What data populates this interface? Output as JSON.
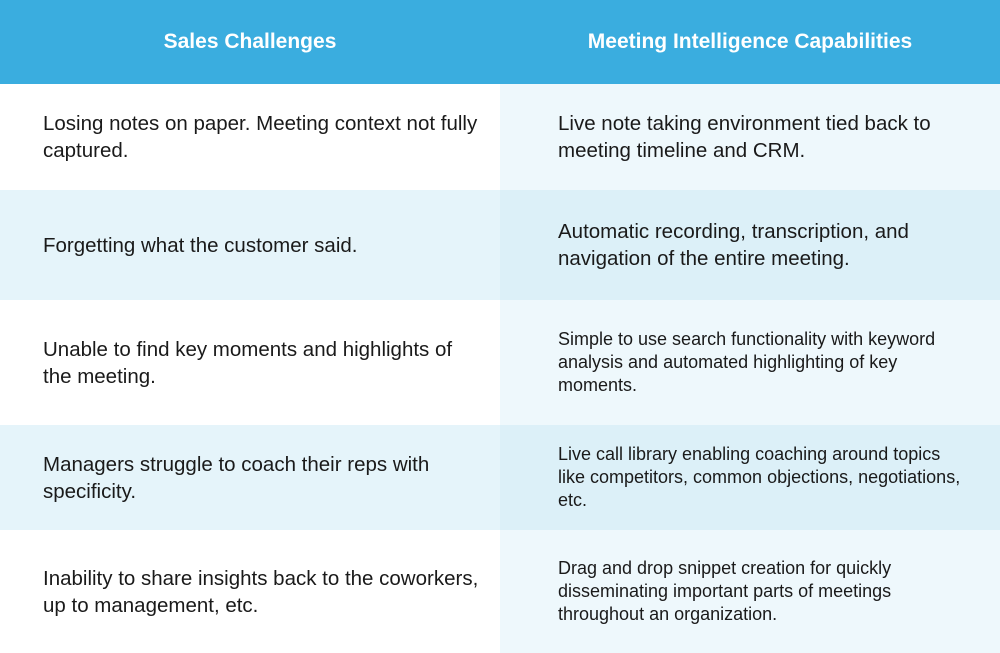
{
  "header": {
    "left": "Sales Challenges",
    "right": "Meeting Intelligence Capabilities"
  },
  "rows": [
    {
      "challenge": "Losing notes on paper. Meeting context not fully captured.",
      "capability": "Live note taking environment tied back to meeting timeline and CRM."
    },
    {
      "challenge": "Forgetting what the customer said.",
      "capability": "Automatic recording, transcription, and navigation of the entire meeting."
    },
    {
      "challenge": "Unable to find key moments and highlights of the meeting.",
      "capability": "Simple to use search functionality with keyword analysis and automated highlighting of key moments."
    },
    {
      "challenge": "Managers struggle to coach their reps with specificity.",
      "capability": "Live call library enabling coaching around topics like competitors, common objections, negotiations, etc."
    },
    {
      "challenge": "Inability to share insights back to the coworkers, up to management, etc.",
      "capability": "Drag and drop snippet creation for quickly disseminating important parts of meetings throughout an organization."
    }
  ]
}
